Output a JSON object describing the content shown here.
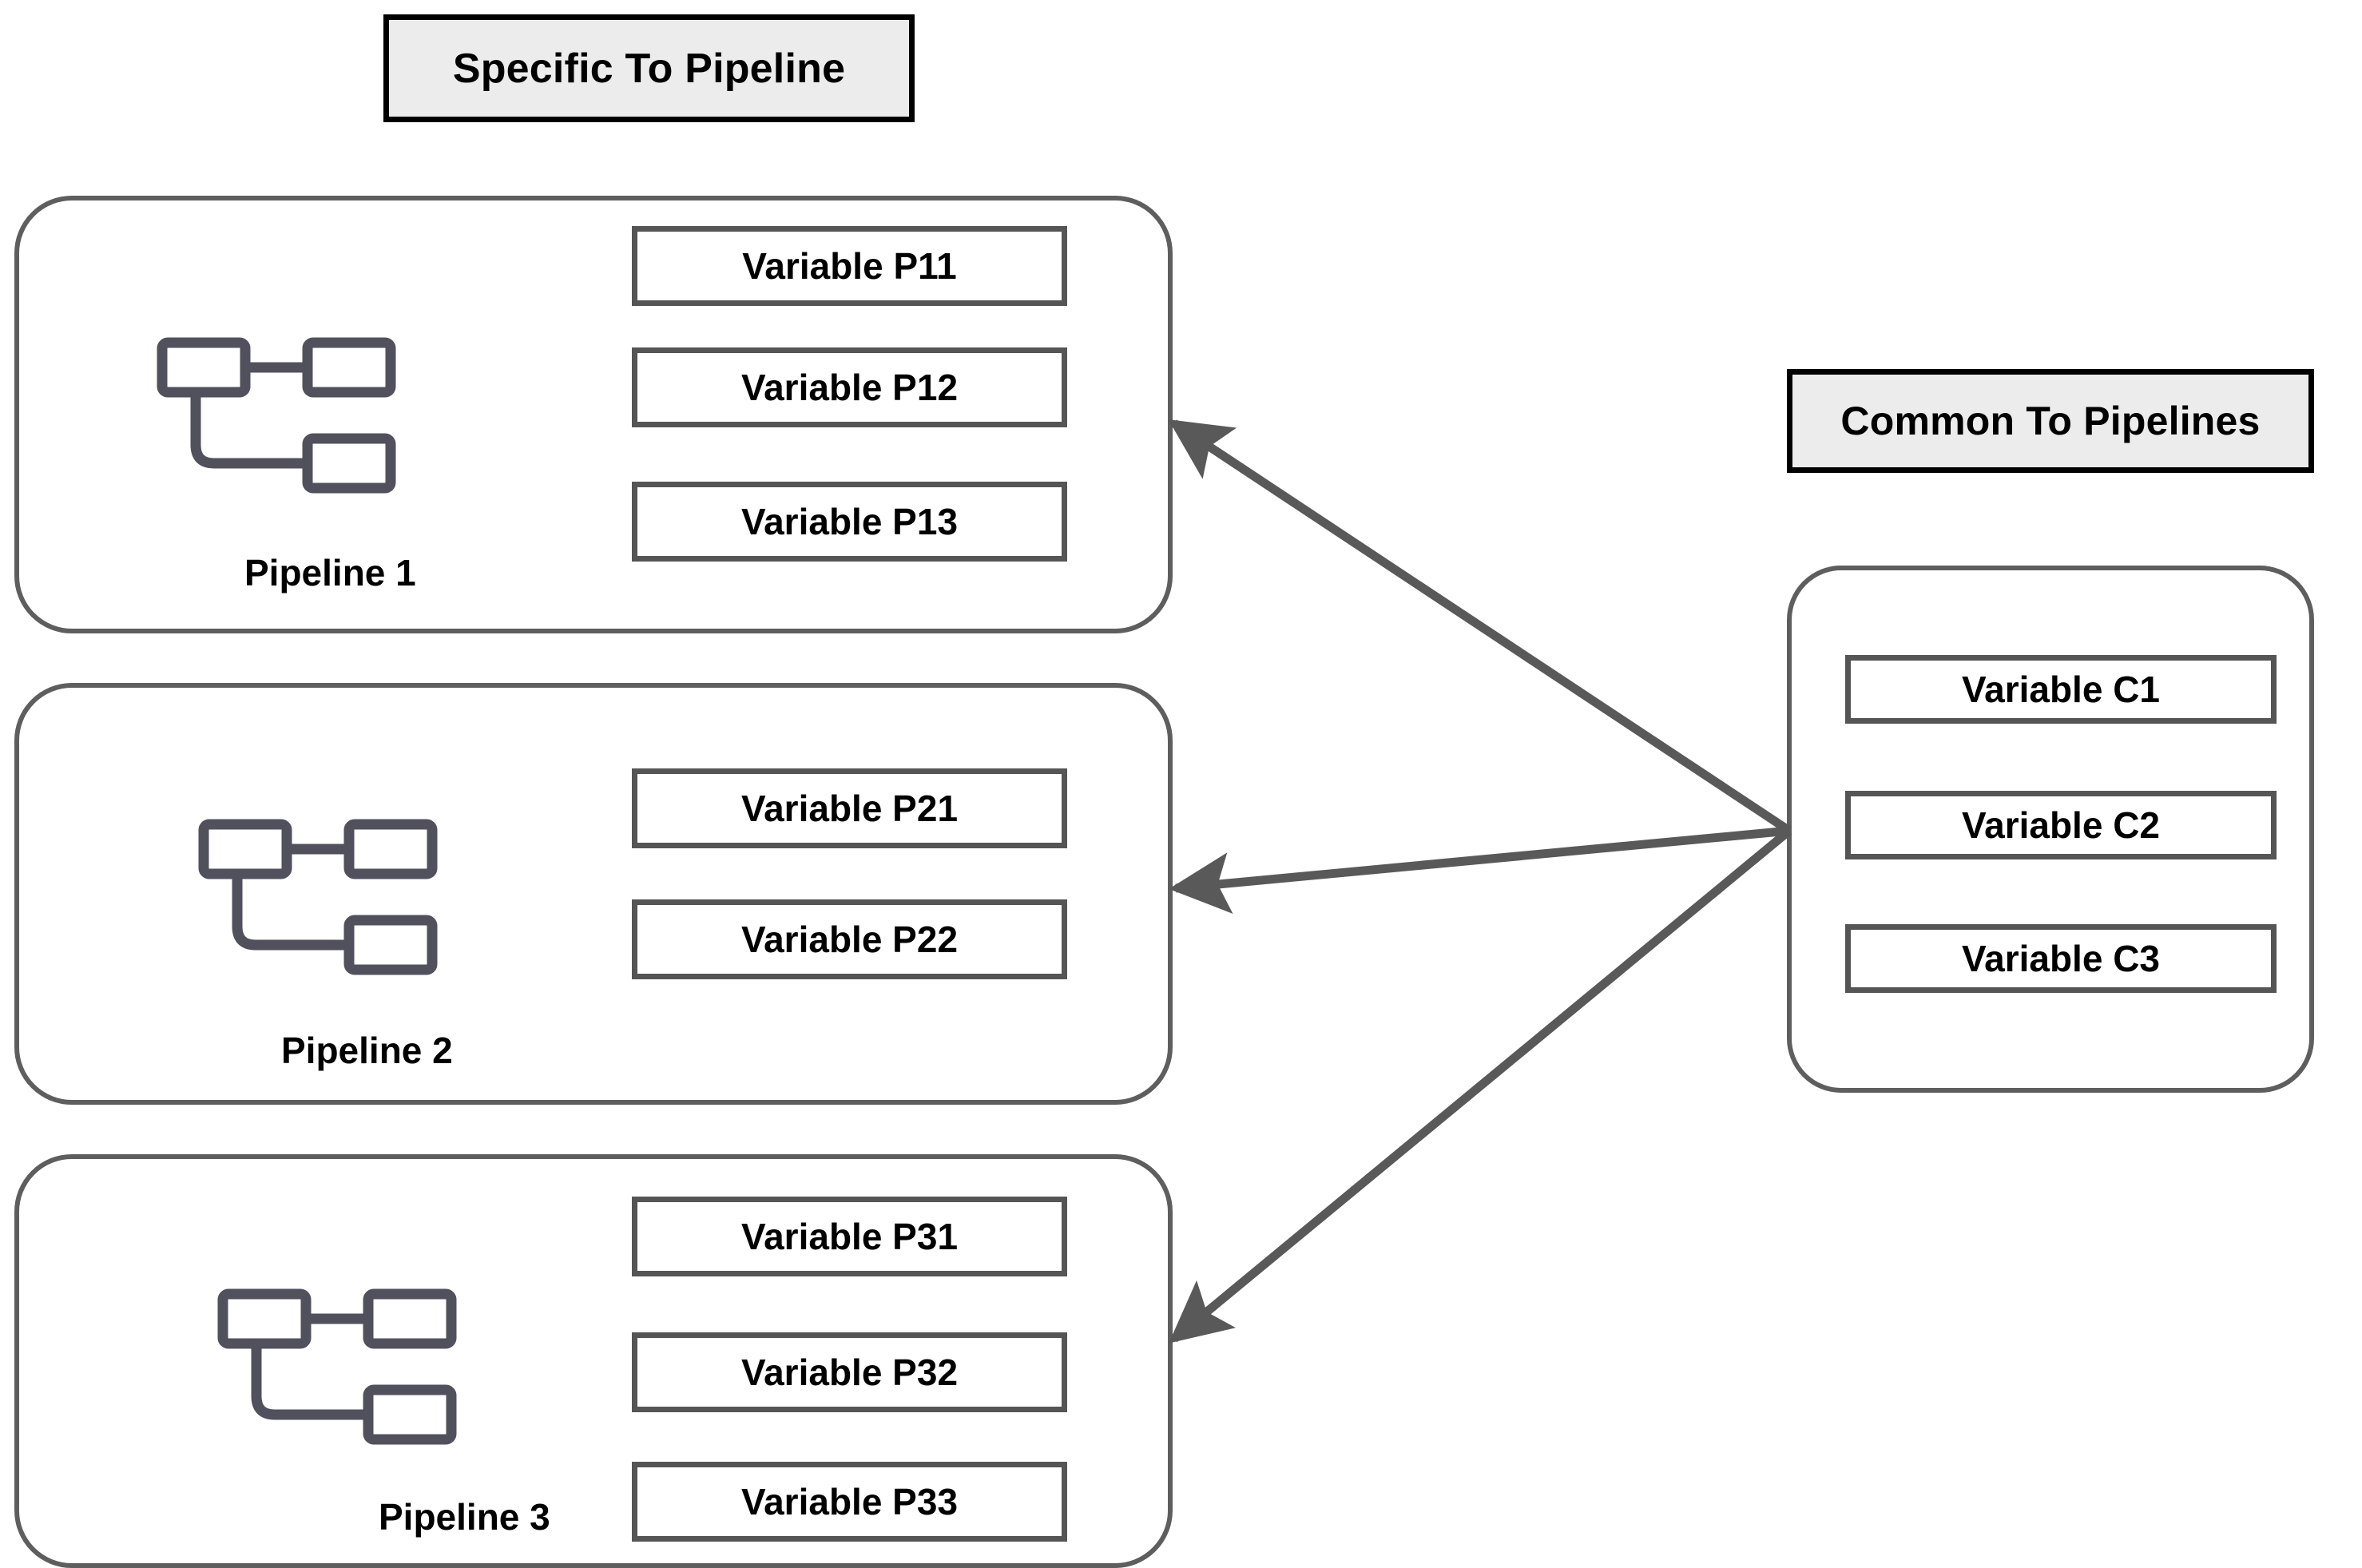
{
  "headers": {
    "specific": "Specific To Pipeline",
    "common": "Common To Pipelines"
  },
  "pipelines": [
    {
      "caption": "Pipeline 1",
      "icon": "pipeline-flow-icon",
      "variables": [
        "Variable P11",
        "Variable P12",
        "Variable P13"
      ]
    },
    {
      "caption": "Pipeline 2",
      "icon": "pipeline-flow-icon",
      "variables": [
        "Variable P21",
        "Variable P22"
      ]
    },
    {
      "caption": "Pipeline 3",
      "icon": "pipeline-flow-icon",
      "variables": [
        "Variable P31",
        "Variable P32",
        "Variable P33"
      ]
    }
  ],
  "common": {
    "variables": [
      "Variable C1",
      "Variable C2",
      "Variable C3"
    ]
  },
  "connections": [
    {
      "from": "common-group",
      "to": "pipeline-group-1",
      "style": "arrow"
    },
    {
      "from": "common-group",
      "to": "pipeline-group-2",
      "style": "arrow"
    },
    {
      "from": "common-group",
      "to": "pipeline-group-3",
      "style": "arrow"
    }
  ],
  "colors": {
    "header_fill": "#ececec",
    "header_border": "#000000",
    "group_border": "#5e5e5e",
    "var_border": "#555555",
    "icon_stroke": "#51515e",
    "arrow": "#595959",
    "text": "#000000",
    "background": "#ffffff"
  }
}
